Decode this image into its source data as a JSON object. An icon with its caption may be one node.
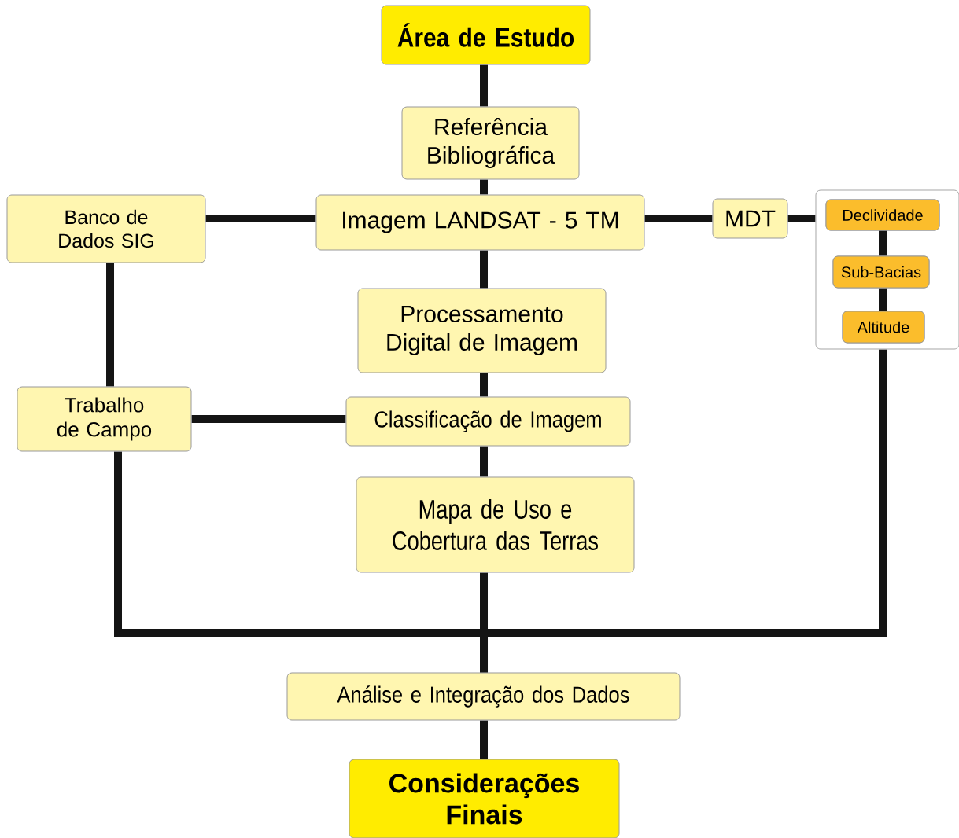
{
  "diagram": {
    "nodes": [
      {
        "text": [
          "Área de Estudo"
        ]
      },
      {
        "text": [
          "Referência Bibliográfica"
        ]
      },
      {
        "text": [
          "Banco de Dados SIG"
        ]
      },
      {
        "text": [
          "Imagem LANDSAT - 5 TM"
        ]
      },
      {
        "text": [
          "MDT"
        ]
      },
      {
        "text": [],
        "shape": "box"
      },
      {
        "text": [
          "Declividade"
        ],
        "in": 5
      },
      {
        "text": [
          "Sub-Bacias"
        ],
        "in": 5
      },
      {
        "text": [
          "Altitude"
        ],
        "in": 5
      },
      {
        "text": [
          "Processamento Digital de Imagem"
        ]
      },
      {
        "text": [
          "Trabalho de Campo"
        ]
      },
      {
        "text": [
          "Classificação de Imagem"
        ]
      },
      {
        "text": [
          "Mapa de Uso e Cobertura das Terras"
        ]
      },
      {
        "text": [
          "Análise e Integração dos Dados"
        ]
      },
      {
        "text": [
          "Considerações Finais"
        ]
      }
    ],
    "edges": [
      {
        "from": 0,
        "to": 1,
        "arrow": "none"
      },
      {
        "from": 1,
        "to": 3,
        "arrow": "none"
      },
      {
        "from": 2,
        "to": 3,
        "arrow": "none"
      },
      {
        "from": 3,
        "to": 4,
        "arrow": "none"
      },
      {
        "from": 4,
        "to": 5,
        "arrow": "none"
      },
      {
        "from": 6,
        "to": 7,
        "arrow": "none"
      },
      {
        "from": 7,
        "to": 8,
        "arrow": "none"
      },
      {
        "from": 3,
        "to": 9,
        "arrow": "none"
      },
      {
        "from": 2,
        "to": 10,
        "arrow": "none"
      },
      {
        "from": 9,
        "to": 11,
        "arrow": "none"
      },
      {
        "from": 10,
        "to": 11,
        "arrow": "none"
      },
      {
        "from": 11,
        "to": 12,
        "arrow": "none"
      },
      {
        "from": 12,
        "to": 13,
        "arrow": "none"
      },
      {
        "from": 10,
        "to": 13,
        "arrow": "none"
      },
      {
        "from": 5,
        "to": 13,
        "arrow": "none"
      },
      {
        "from": 13,
        "to": 14,
        "arrow": "none"
      }
    ]
  }
}
